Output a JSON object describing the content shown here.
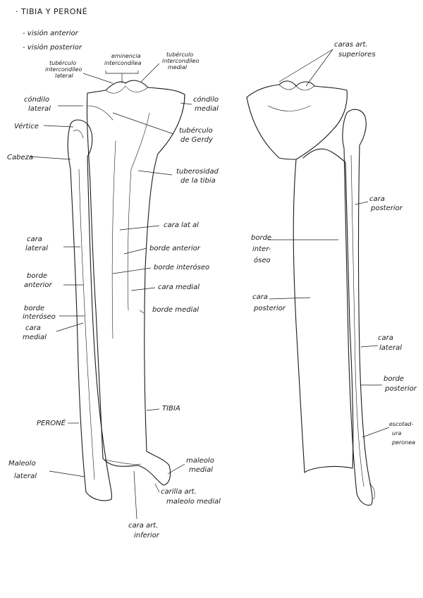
{
  "heading": {
    "title": "· TIBIA Y PERONÉ",
    "line1": "- visión anterior",
    "line2": "- visión posterior"
  },
  "anterior_labels": {
    "tuberculo_lat": [
      "tubérculo",
      "intercondíleo",
      "lateral"
    ],
    "eminencia": [
      "eminencia",
      "intercondílea"
    ],
    "tuberculo_med": [
      "tubérculo",
      "intercondíleo",
      "medial"
    ],
    "condilo_lat": [
      "cóndilo",
      "lateral"
    ],
    "condilo_med": [
      "cóndilo",
      "medial"
    ],
    "vertice": "Vértice",
    "cabeza": "Cabeza",
    "gerdy": [
      "tubérculo",
      "de Gerdy"
    ],
    "tuberosidad": [
      "tuberosidad",
      "de la tibia"
    ],
    "cara_lat": "cara lat al",
    "cara_lateral_fib": [
      "cara",
      "lateral"
    ],
    "borde_anterior": "borde anterior",
    "borde_anterior_fib": [
      "borde",
      "anterior"
    ],
    "borde_interoseo": "borde interóseo",
    "borde_interoseo_fib": [
      "borde",
      "interóseo"
    ],
    "cara_medial": "cara medial",
    "cara_medial_fib": [
      "cara",
      "medial"
    ],
    "borde_medial": "borde medial",
    "tibia": "TIBIA",
    "perone": "PERONÉ",
    "maleolo_lat": [
      "Maleolo",
      "lateral"
    ],
    "maleolo_med": [
      "maleolo",
      "medial"
    ],
    "carilla": [
      "carilla art.",
      "maleolo medial"
    ],
    "cara_art_inf": [
      "cara art.",
      "inferior"
    ]
  },
  "posterior_labels": {
    "caras_art_sup": [
      "caras art.",
      "superiores"
    ],
    "cara_posterior_top": [
      "cara",
      "posterior"
    ],
    "borde_interoseo": [
      "borde",
      "inter-",
      "óseo"
    ],
    "cara_posterior": [
      "cara",
      "posterior"
    ],
    "cara_lateral": [
      "cara",
      "lateral"
    ],
    "borde_posterior": [
      "borde",
      "posterior"
    ],
    "escotadura": [
      "escotad-",
      "ura",
      "peronea"
    ]
  }
}
